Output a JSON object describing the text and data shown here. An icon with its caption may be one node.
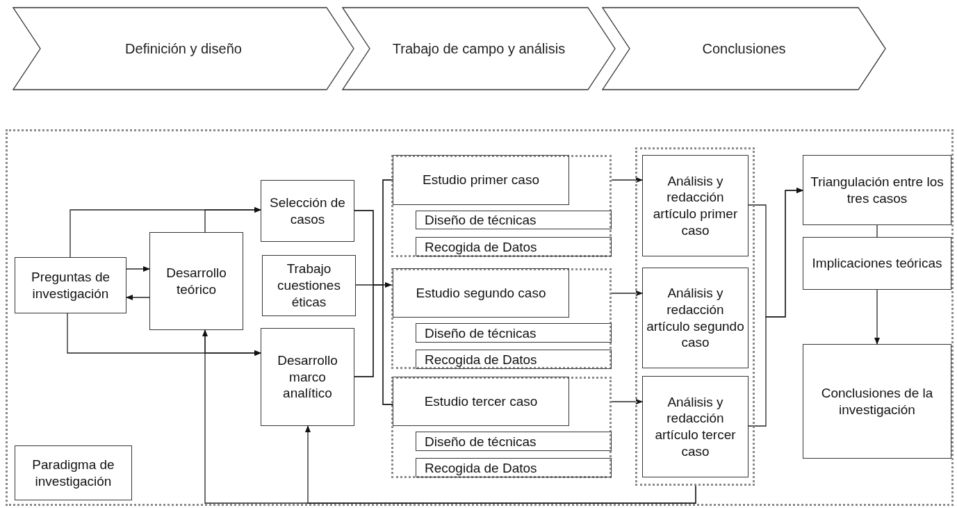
{
  "diagram": {
    "nodes": [
      {
        "text": [
          "Definición y diseño"
        ]
      },
      {
        "text": [
          "Trabajo de campo y análisis"
        ]
      },
      {
        "text": [
          "Conclusiones"
        ]
      },
      {
        "text": [],
        "shape": "box"
      },
      {
        "text": [
          "Preguntas de investigación"
        ],
        "in": 3
      },
      {
        "text": [
          "Desarrollo teórico"
        ],
        "in": 3
      },
      {
        "text": [
          "Selección de casos"
        ],
        "in": 3
      },
      {
        "text": [
          "Trabajo cuestiones éticas"
        ],
        "in": 3
      },
      {
        "text": [
          "Desarrollo marco analítico"
        ],
        "in": 3
      },
      {
        "text": [
          "Paradigma de investigación"
        ],
        "in": 3
      },
      {
        "text": [],
        "shape": "box",
        "in": 3
      },
      {
        "text": [
          "Estudio primer caso"
        ],
        "in": 10
      },
      {
        "text": [
          "Diseño de técnicas"
        ],
        "in": 10
      },
      {
        "text": [
          "Recogida de Datos"
        ],
        "in": 10
      },
      {
        "text": [],
        "shape": "box",
        "in": 3
      },
      {
        "text": [
          "Estudio segundo caso"
        ],
        "in": 14
      },
      {
        "text": [
          "Diseño de técnicas"
        ],
        "in": 14
      },
      {
        "text": [
          "Recogida de Datos"
        ],
        "in": 14
      },
      {
        "text": [],
        "shape": "box",
        "in": 3
      },
      {
        "text": [
          "Estudio tercer caso"
        ],
        "in": 18
      },
      {
        "text": [
          "Diseño de técnicas"
        ],
        "in": 18
      },
      {
        "text": [
          "Recogida de Datos"
        ],
        "in": 18
      },
      {
        "text": [],
        "shape": "box",
        "in": 3
      },
      {
        "text": [
          "Análisis y redacción artículo primer caso"
        ],
        "in": 22
      },
      {
        "text": [
          "Análisis y redacción artículo segundo caso"
        ],
        "in": 22
      },
      {
        "text": [
          "Análisis y redacción artículo tercer caso"
        ],
        "in": 22
      },
      {
        "text": [
          "Triangulación entre los tres casos"
        ],
        "in": 3
      },
      {
        "text": [
          "Implicaciones teóricas"
        ],
        "in": 3
      },
      {
        "text": [
          "Conclusiones de la investigación"
        ],
        "in": 3
      }
    ],
    "edges": [
      {
        "from": 4,
        "to": 6,
        "arrow": "to"
      },
      {
        "from": 5,
        "to": 6,
        "arrow": "to"
      },
      {
        "from": 4,
        "to": 5,
        "arrow": "to"
      },
      {
        "from": 5,
        "to": 4,
        "arrow": "to"
      },
      {
        "from": 4,
        "to": 8,
        "arrow": "to"
      },
      {
        "from": 5,
        "to": 8,
        "arrow": "to"
      },
      {
        "from": 22,
        "to": 5,
        "arrow": "to"
      },
      {
        "from": 22,
        "to": 8,
        "arrow": "to"
      },
      {
        "from": 6,
        "to": 11,
        "arrow": "none"
      },
      {
        "from": 6,
        "to": 19,
        "arrow": "none"
      },
      {
        "from": 8,
        "to": 11,
        "arrow": "none"
      },
      {
        "from": 8,
        "to": 19,
        "arrow": "none"
      },
      {
        "from": 7,
        "to": 14,
        "arrow": "to"
      },
      {
        "from": 10,
        "to": 23,
        "arrow": "to"
      },
      {
        "from": 14,
        "to": 24,
        "arrow": "to"
      },
      {
        "from": 18,
        "to": 25,
        "arrow": "to"
      },
      {
        "from": 23,
        "to": 26,
        "arrow": "to"
      },
      {
        "from": 25,
        "to": 26,
        "arrow": "to"
      },
      {
        "from": 26,
        "to": 27,
        "arrow": "none"
      },
      {
        "from": 27,
        "to": 28,
        "arrow": "to"
      }
    ]
  }
}
